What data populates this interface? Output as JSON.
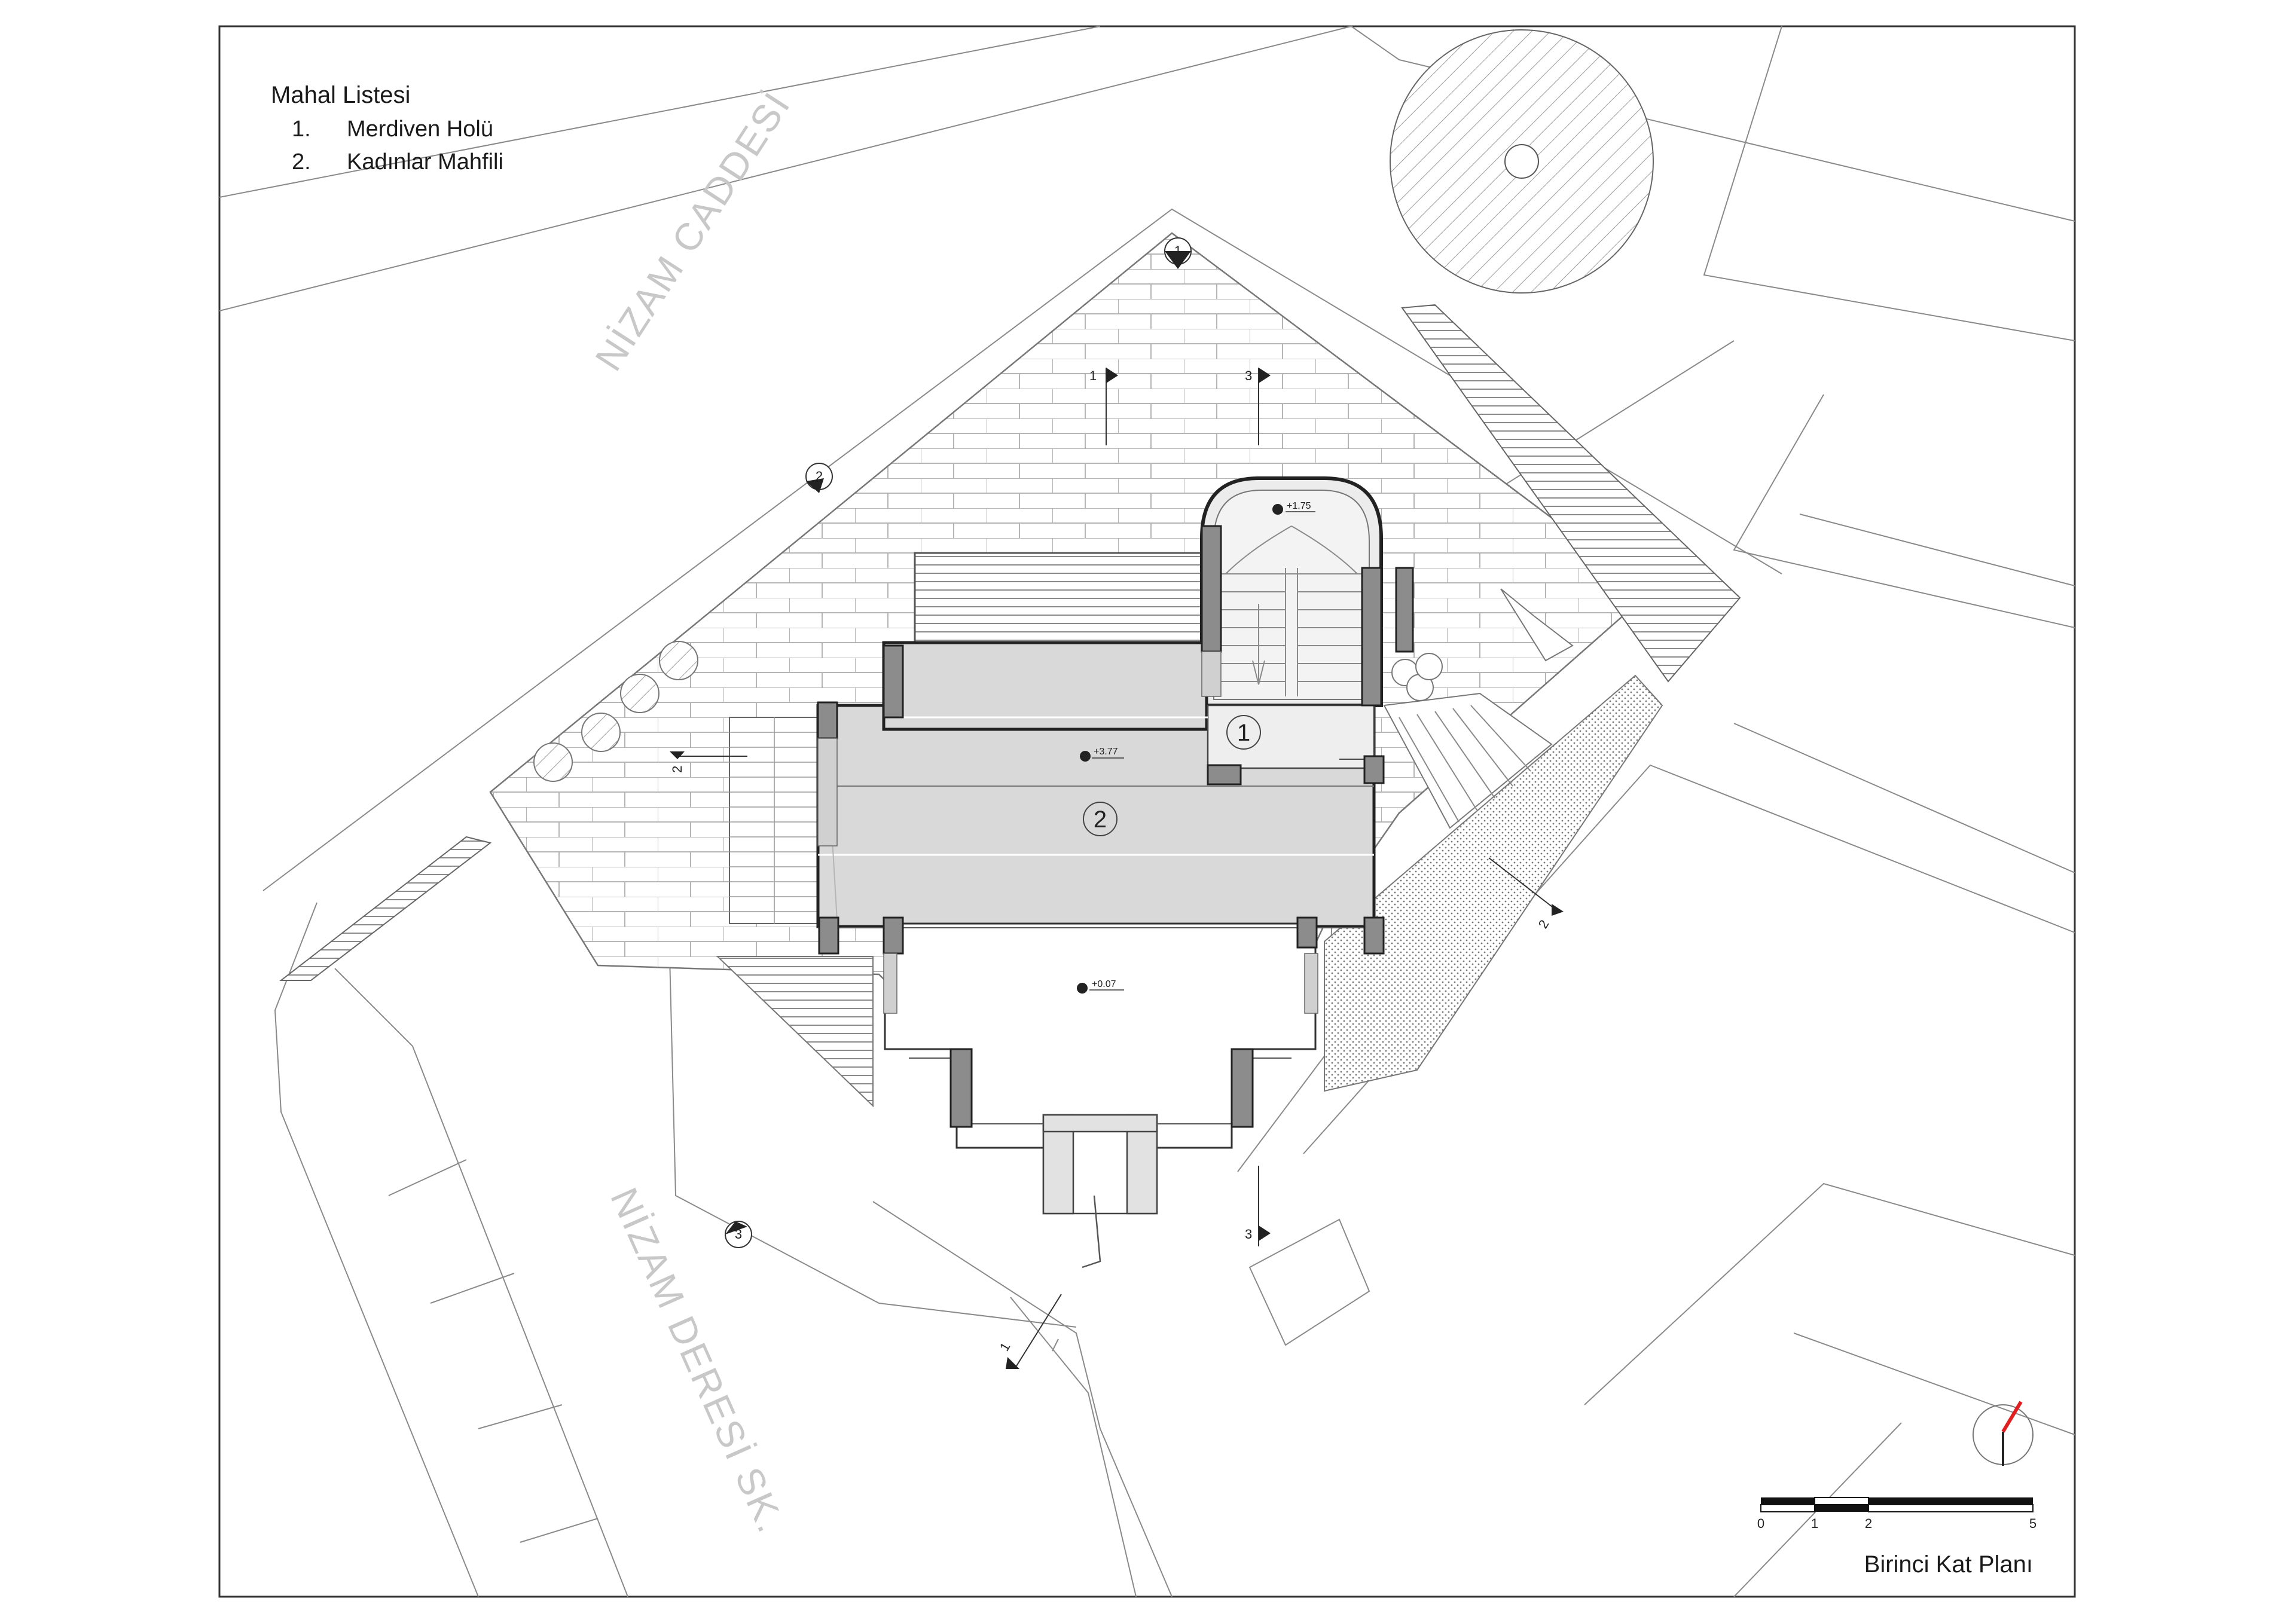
{
  "legend": {
    "title": "Mahal Listesi",
    "items": [
      {
        "num": "1.",
        "label": "Merdiven Holü"
      },
      {
        "num": "2.",
        "label": "Kadınlar Mahfili"
      }
    ]
  },
  "streets": {
    "north": "NİZAM CADDESİ",
    "south": "NİZAM DERESİ SK."
  },
  "rooms": {
    "r1": "1",
    "r2": "2"
  },
  "levels": {
    "stair": "+1.75",
    "hall": "+3.77",
    "entrance": "+0.07"
  },
  "sections": {
    "s1_top": "1",
    "s3_top": "3",
    "s2_left": "2",
    "s2_right": "2",
    "s3_bottom": "3",
    "s1_bottom": "1"
  },
  "views": {
    "v1": "1",
    "v2": "2",
    "v3": "3"
  },
  "scale": {
    "labels": [
      "0",
      "1",
      "2",
      "5"
    ]
  },
  "caption": "Birinci Kat Planı",
  "colors": {
    "floor_fill": "#d9d9d9",
    "column_fill": "#8c8c8c",
    "north_arrow": "#e02020"
  }
}
